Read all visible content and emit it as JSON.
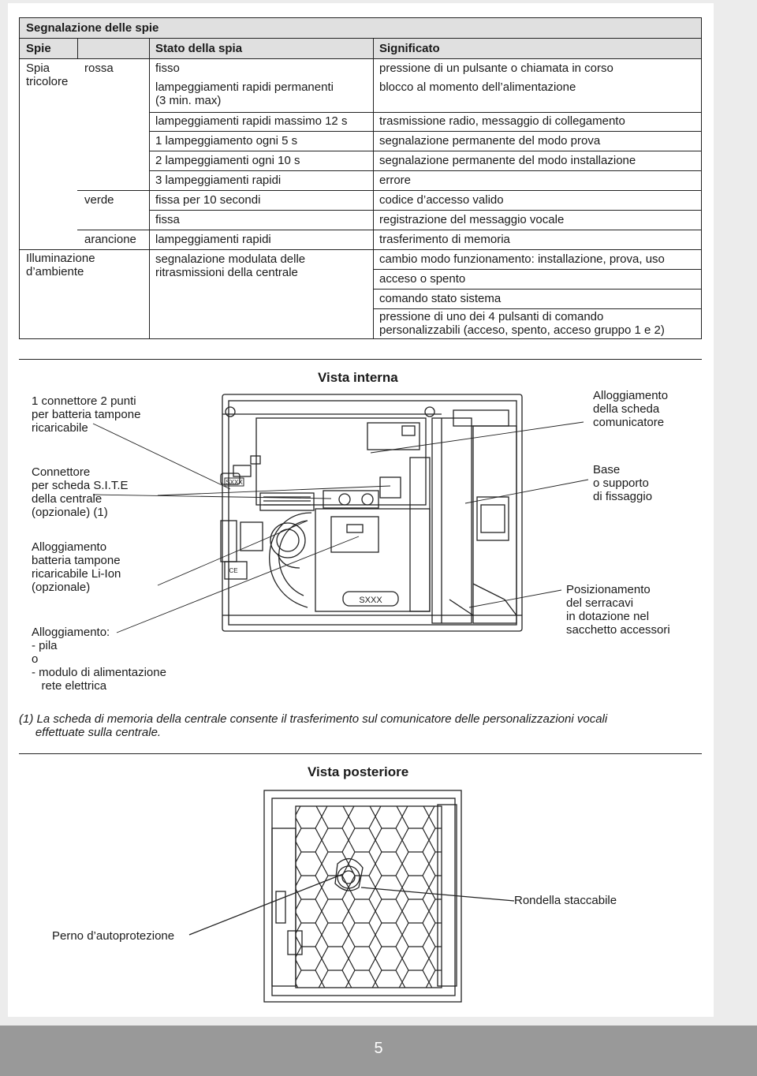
{
  "table": {
    "title": "Segnalazione delle spie",
    "headers": [
      "Spie",
      "Stato della spia",
      "Significato"
    ],
    "groups": {
      "tricolore": "Spia\ntricolore",
      "ambiente": "Illuminazione\nd’ambiente",
      "rossa": "rossa",
      "verde": "verde",
      "arancione": "arancione"
    },
    "rows": [
      {
        "state": "fisso",
        "meaning": "pressione di un pulsante o chiamata in corso"
      },
      {
        "state": "lampeggiamenti rapidi permanenti\n(3 min. max)",
        "meaning": "blocco al momento dell’alimentazione"
      },
      {
        "state": "lampeggiamenti rapidi massimo 12 s",
        "meaning": "trasmissione radio, messaggio di collegamento"
      },
      {
        "state": "1 lampeggiamento ogni 5 s",
        "meaning": "segnalazione permanente del modo prova"
      },
      {
        "state": "2 lampeggiamenti ogni 10 s",
        "meaning": "segnalazione permanente del modo installazione"
      },
      {
        "state": "3 lampeggiamenti rapidi",
        "meaning": "errore"
      },
      {
        "state": "fissa per 10 secondi",
        "meaning": "codice d’accesso valido"
      },
      {
        "state": "fissa",
        "meaning": "registrazione del messaggio vocale"
      },
      {
        "state": "lampeggiamenti rapidi",
        "meaning": "trasferimento di memoria"
      }
    ],
    "ambient_state": "segnalazione modulata delle\nritrasmissioni della centrale",
    "ambient_meanings": [
      "cambio modo funzionamento: installazione, prova, uso",
      "acceso o spento",
      "comando stato sistema",
      "pressione di uno dei 4 pulsanti di comando\npersonalizzabili (acceso, spento, acceso gruppo 1 e 2)"
    ]
  },
  "vista_interna": {
    "title": "Vista interna",
    "left_labels": [
      "1 connettore 2 punti\nper batteria tampone\nricaricabile",
      "Connettore\nper scheda S.I.T.E\ndella centrale\n(opzionale) (1)",
      "Alloggiamento\nbatteria tampone\nricaricabile Li-Ion\n(opzionale)",
      "Alloggiamento:\n- pila\no\n- modulo di alimentazione\n   rete elettrica"
    ],
    "right_labels": [
      "Alloggiamento\ndella scheda\ncomunicatore",
      "Base\no supporto\ndi fissaggio",
      "Posizionamento\ndel serracavi\nin dotazione nel\nsacchetto accessori"
    ],
    "device_marks": [
      "SXXX",
      "SXXX",
      "CE"
    ]
  },
  "footnote": "(1) La scheda di memoria della centrale consente il trasferimento sul comunicatore delle personalizzazioni vocali\n     effettuate sulla centrale.",
  "vista_posteriore": {
    "title": "Vista posteriore",
    "labels": [
      "Rondella staccabile",
      "Perno d’autoprotezione"
    ]
  },
  "page_number": "5"
}
